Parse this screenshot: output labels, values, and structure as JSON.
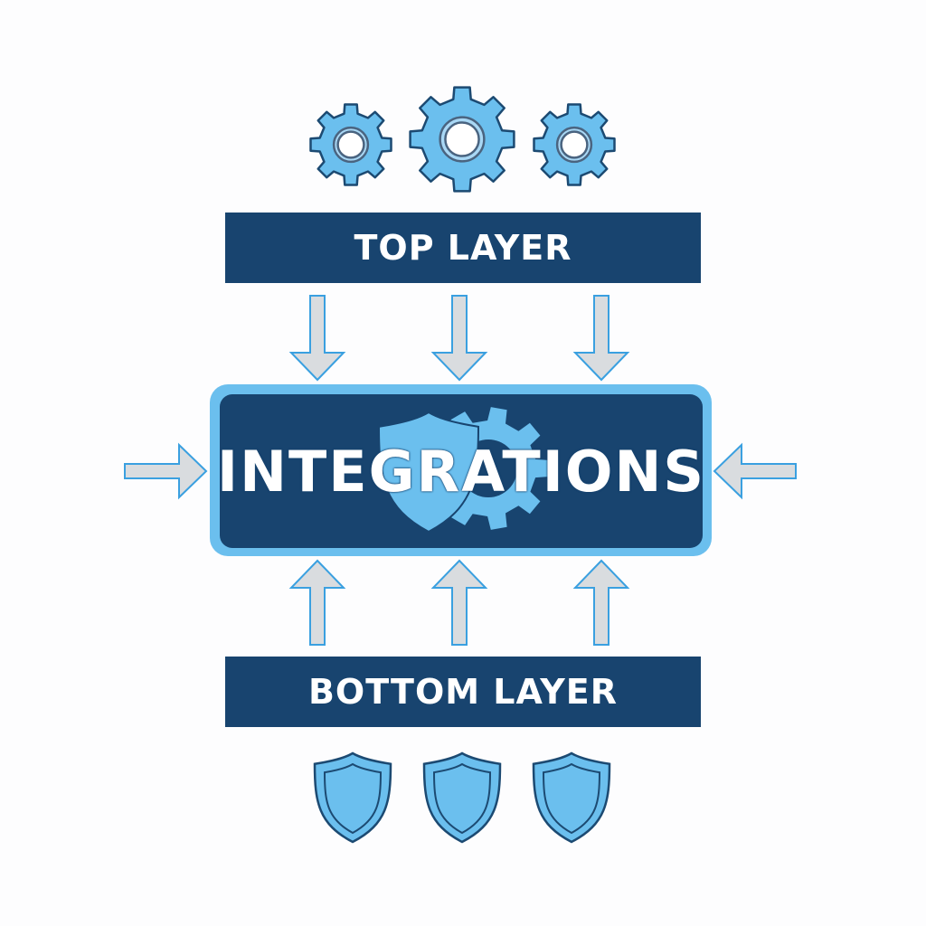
{
  "diagram": {
    "top_layer_label": "TOP LAYER",
    "center_label": "INTEGRATIONS",
    "bottom_layer_label": "BOTTOM LAYER",
    "top_icons": [
      "gear-icon",
      "gear-icon",
      "gear-icon"
    ],
    "bottom_icons": [
      "shield-icon",
      "shield-icon",
      "shield-icon"
    ],
    "center_emblem": [
      "shield-icon",
      "gear-icon"
    ]
  },
  "colors": {
    "dark_blue": "#18446f",
    "light_blue": "#6bbfee",
    "arrow_fill": "#d9dcdf",
    "arrow_stroke": "#3aa0e0",
    "outline": "#1c4a72"
  }
}
